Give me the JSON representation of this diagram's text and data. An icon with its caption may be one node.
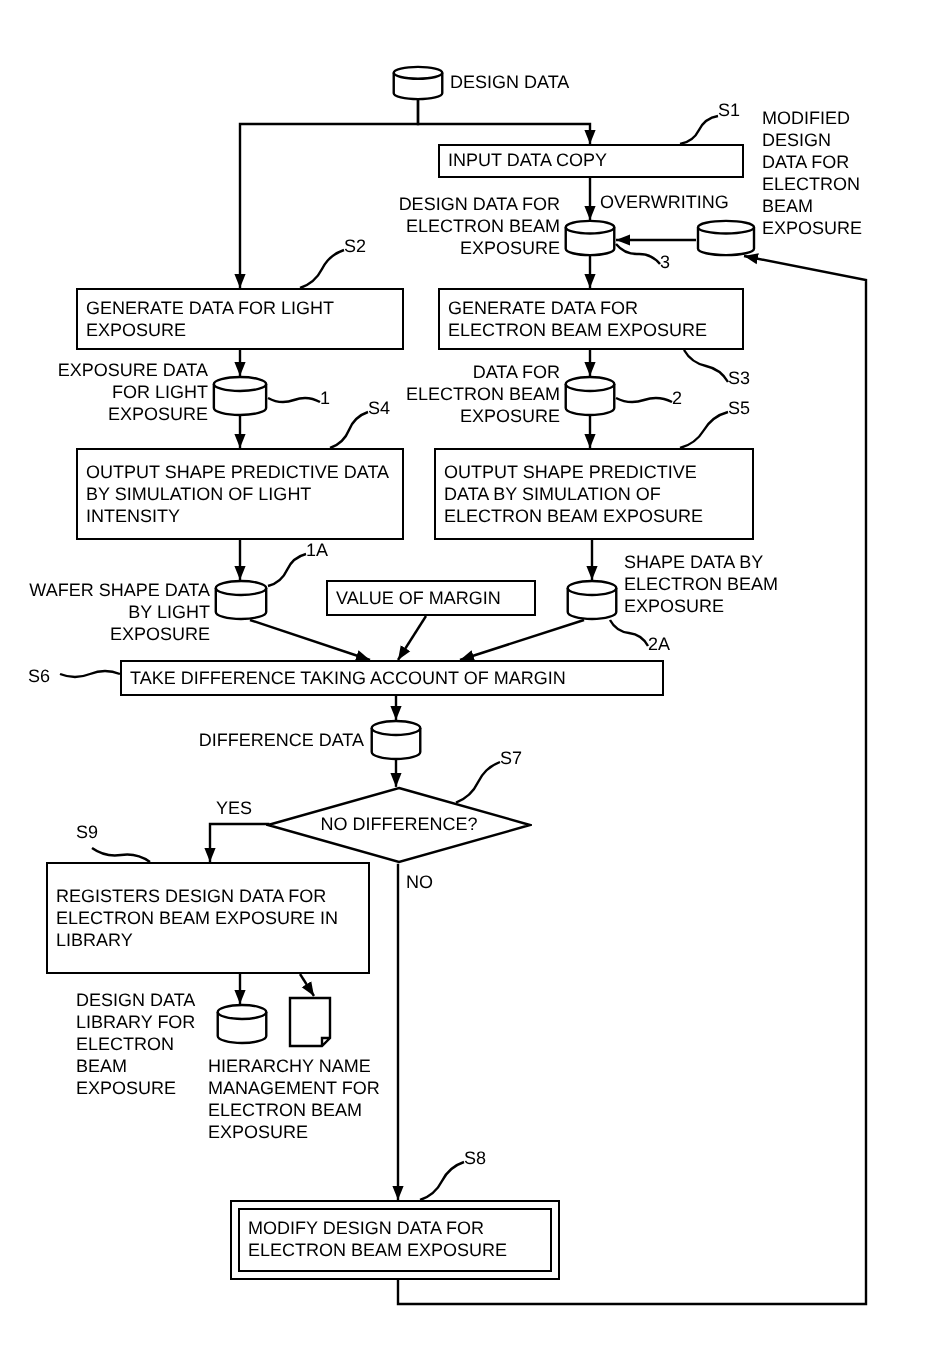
{
  "diagram": {
    "nodes": [
      {
        "text": [],
        "shape": "cylinder",
        "beside": [
          "DESIGN DATA"
        ]
      },
      {
        "text": [
          "S1"
        ]
      },
      {
        "text": [
          "INPUT DATA COPY"
        ]
      },
      {
        "text": [],
        "shape": "cylinder",
        "beside": [
          "MODIFIED DESIGN DATA FOR ELECTRON BEAM EXPOSURE"
        ]
      },
      {
        "text": [],
        "shape": "cylinder",
        "beside": [
          "DESIGN DATA FOR ELECTRON BEAM EXPOSURE"
        ]
      },
      {
        "text": [
          "3"
        ]
      },
      {
        "text": [
          "S2"
        ]
      },
      {
        "text": [
          "GENERATE DATA FOR LIGHT EXPOSURE"
        ]
      },
      {
        "text": [
          "GENERATE DATA FOR ELECTRON BEAM EXPOSURE"
        ]
      },
      {
        "text": [],
        "shape": "cylinder",
        "beside": [
          "EXPOSURE DATA FOR LIGHT EXPOSURE"
        ]
      },
      {
        "text": [
          "1"
        ]
      },
      {
        "text": [],
        "shape": "cylinder",
        "beside": [
          "DATA FOR ELECTRON BEAM EXPOSURE"
        ]
      },
      {
        "text": [
          "2"
        ]
      },
      {
        "text": [
          "S3"
        ]
      },
      {
        "text": [
          "S4"
        ]
      },
      {
        "text": [
          "S5"
        ]
      },
      {
        "text": [
          "OUTPUT SHAPE PREDICTIVE DATA BY SIMULATION OF LIGHT INTENSITY"
        ]
      },
      {
        "text": [
          "OUTPUT SHAPE PREDICTIVE DATA BY SIMULATION OF ELECTRON BEAM EXPOSURE"
        ]
      },
      {
        "text": [
          "1A"
        ]
      },
      {
        "text": [],
        "shape": "cylinder",
        "beside": [
          "WAFER SHAPE DATA BY LIGHT EXPOSURE"
        ]
      },
      {
        "text": [
          "VALUE OF MARGIN"
        ]
      },
      {
        "text": [],
        "shape": "cylinder",
        "beside": [
          "SHAPE DATA BY ELECTRON BEAM EXPOSURE"
        ]
      },
      {
        "text": [
          "2A"
        ]
      },
      {
        "text": [
          "S6"
        ]
      },
      {
        "text": [
          "TAKE DIFFERENCE TAKING ACCOUNT OF MARGIN"
        ]
      },
      {
        "text": [],
        "shape": "cylinder",
        "beside": [
          "DIFFERENCE DATA"
        ]
      },
      {
        "text": [
          "S7"
        ]
      },
      {
        "text": [
          "NO DIFFERENCE?"
        ]
      },
      {
        "text": [
          "S9"
        ]
      },
      {
        "text": [
          "REGISTERS DESIGN DATA FOR ELECTRON BEAM EXPOSURE IN LIBRARY"
        ]
      },
      {
        "text": [],
        "shape": "cylinder",
        "beside": [
          "DESIGN DATA LIBRARY FOR ELECTRON BEAM EXPOSURE"
        ]
      },
      {
        "text": [],
        "shape": "document",
        "beside": [
          "HIERARCHY NAME MANAGEMENT FOR ELECTRON BEAM EXPOSURE"
        ]
      },
      {
        "text": [
          "S8"
        ]
      },
      {
        "text": [
          "MODIFY DESIGN DATA FOR ELECTRON BEAM EXPOSURE"
        ]
      }
    ],
    "edges": [
      {
        "from": 0,
        "to": 2,
        "arrow": "to"
      },
      {
        "from": 0,
        "to": 7,
        "arrow": "to"
      },
      {
        "from": 2,
        "to": 4,
        "arrow": "to",
        "label": "OVERWRITING"
      },
      {
        "from": 3,
        "to": 4,
        "arrow": "to"
      },
      {
        "from": 4,
        "to": 8,
        "arrow": "to"
      },
      {
        "from": 7,
        "to": 9,
        "arrow": "to"
      },
      {
        "from": 9,
        "to": 16,
        "arrow": "to"
      },
      {
        "from": 8,
        "to": 11,
        "arrow": "to"
      },
      {
        "from": 11,
        "to": 17,
        "arrow": "to"
      },
      {
        "from": 16,
        "to": 19,
        "arrow": "to"
      },
      {
        "from": 17,
        "to": 21,
        "arrow": "to"
      },
      {
        "from": 19,
        "to": 24,
        "arrow": "to"
      },
      {
        "from": 20,
        "to": 24,
        "arrow": "to"
      },
      {
        "from": 21,
        "to": 24,
        "arrow": "to"
      },
      {
        "from": 24,
        "to": 25,
        "arrow": "to"
      },
      {
        "from": 25,
        "to": 27,
        "arrow": "to"
      },
      {
        "from": 27,
        "to": 29,
        "arrow": "to",
        "label": "YES"
      },
      {
        "from": 27,
        "to": 33,
        "arrow": "to",
        "label": "NO"
      },
      {
        "from": 29,
        "to": 30,
        "arrow": "to"
      },
      {
        "from": 29,
        "to": 31,
        "arrow": "to"
      },
      {
        "from": 33,
        "to": 3,
        "arrow": "to"
      },
      {
        "from": 1,
        "to": 2,
        "arrow": "none"
      },
      {
        "from": 5,
        "to": 4,
        "arrow": "none"
      },
      {
        "from": 6,
        "to": 7,
        "arrow": "none"
      },
      {
        "from": 13,
        "to": 8,
        "arrow": "none"
      },
      {
        "from": 10,
        "to": 9,
        "arrow": "none"
      },
      {
        "from": 12,
        "to": 11,
        "arrow": "none"
      },
      {
        "from": 14,
        "to": 16,
        "arrow": "none"
      },
      {
        "from": 15,
        "to": 17,
        "arrow": "none"
      },
      {
        "from": 18,
        "to": 19,
        "arrow": "none"
      },
      {
        "from": 22,
        "to": 21,
        "arrow": "none"
      },
      {
        "from": 23,
        "to": 24,
        "arrow": "none"
      },
      {
        "from": 26,
        "to": 27,
        "arrow": "none"
      },
      {
        "from": 28,
        "to": 29,
        "arrow": "none"
      },
      {
        "from": 32,
        "to": 33,
        "arrow": "none"
      }
    ]
  }
}
